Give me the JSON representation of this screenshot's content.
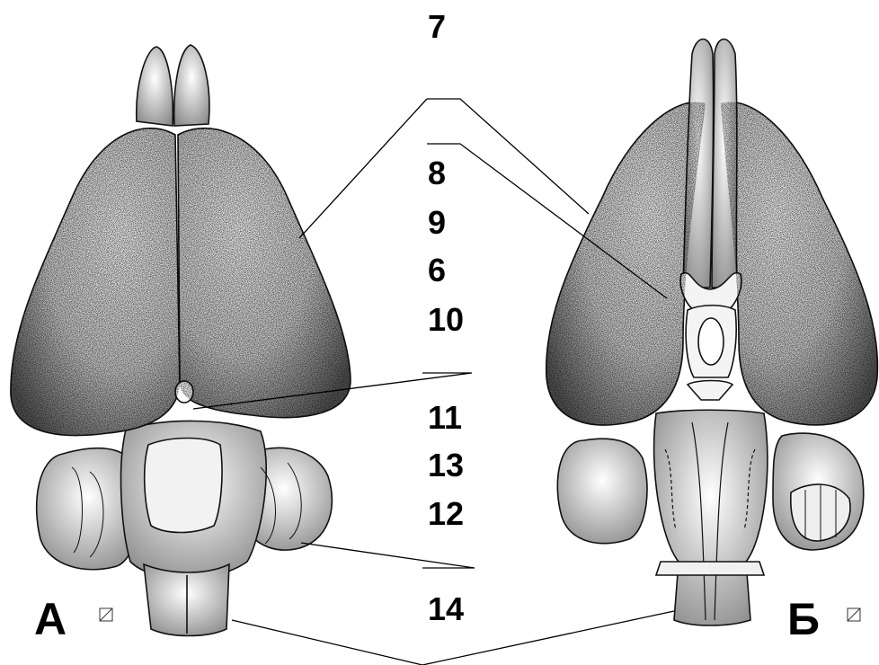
{
  "figure": {
    "numbers": [
      "7",
      "8",
      "9",
      "6",
      "10",
      "11",
      "13",
      "12",
      "14"
    ],
    "panels": {
      "left": "А",
      "right": "Б"
    },
    "left_view": "dorsal brain view",
    "right_view": "ventral brain view"
  }
}
